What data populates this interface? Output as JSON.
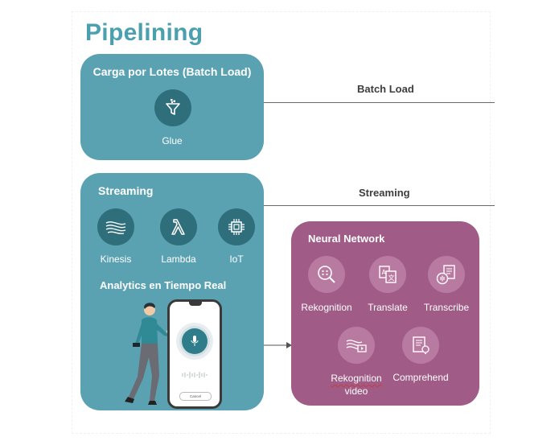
{
  "title": "Pipelining",
  "batch": {
    "title": "Carga por Lotes (Batch Load)",
    "service": "Glue",
    "connector_label": "Batch Load"
  },
  "streaming": {
    "title": "Streaming",
    "services": [
      "Kinesis",
      "Lambda",
      "IoT"
    ],
    "analytics_title": "Analytics en Tiempo Real",
    "connector_label": "Streaming",
    "phone_button": "Cancel"
  },
  "neural": {
    "title": "Neural Network",
    "services": [
      "Rekognition",
      "Translate",
      "Transcribe",
      "Comprehend"
    ],
    "video_line1": "Rekognition",
    "video_line2": "video"
  },
  "colors": {
    "teal_card": "#5aa2b2",
    "plum_card": "#a05c86",
    "title": "#4aa0ae"
  }
}
